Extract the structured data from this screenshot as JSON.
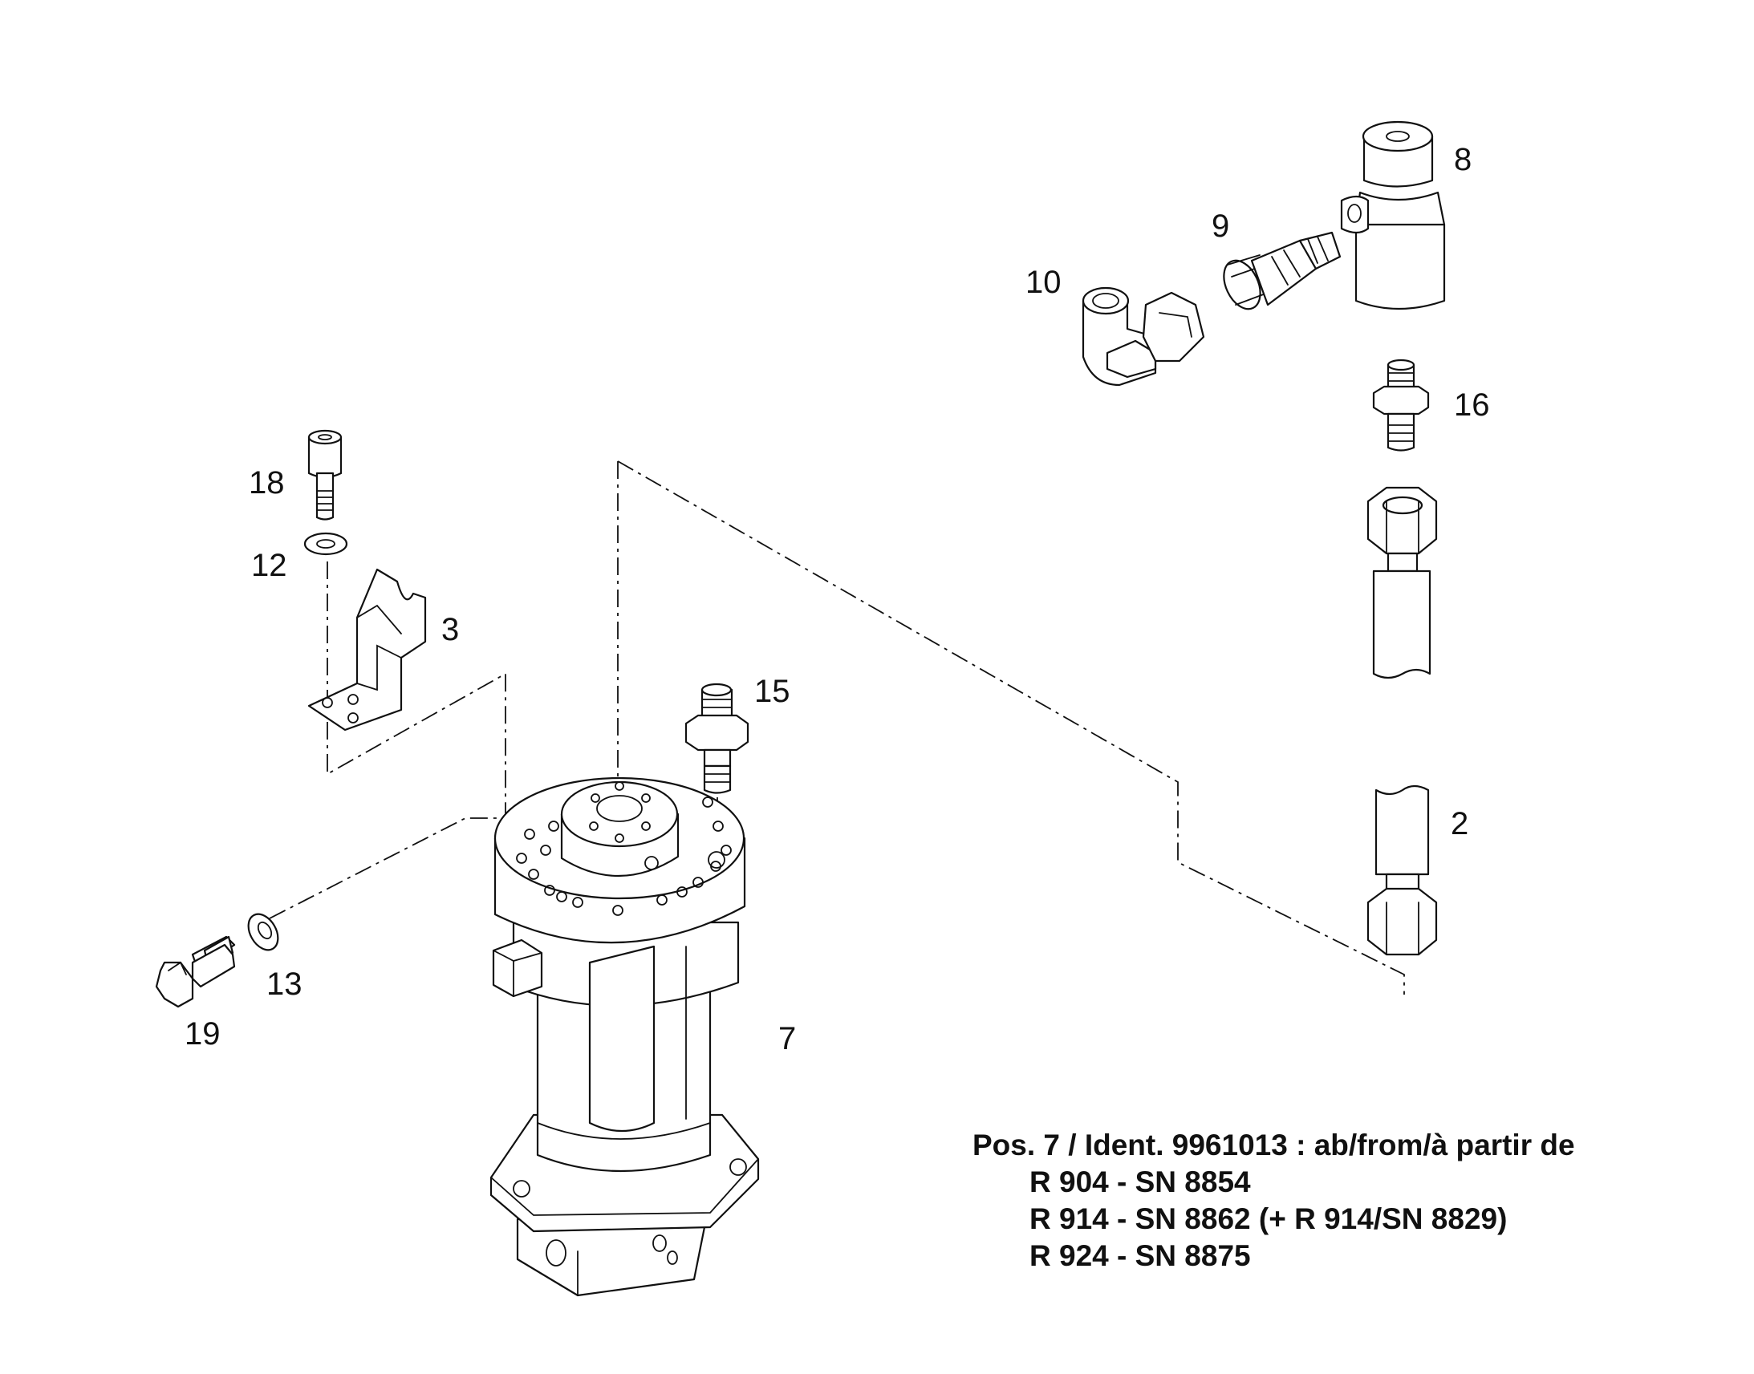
{
  "callouts": {
    "p2": "2",
    "p3": "3",
    "p7": "7",
    "p8": "8",
    "p9": "9",
    "p10": "10",
    "p12": "12",
    "p13": "13",
    "p15": "15",
    "p16": "16",
    "p18": "18",
    "p19": "19"
  },
  "note": {
    "line1": "Pos. 7 / Ident. 9961013 : ab/from/à partir de",
    "line2": "R 904 - SN 8854",
    "line3": "R 914 - SN 8862 (+ R 914/SN 8829)",
    "line4": "R 924 - SN 8875"
  }
}
